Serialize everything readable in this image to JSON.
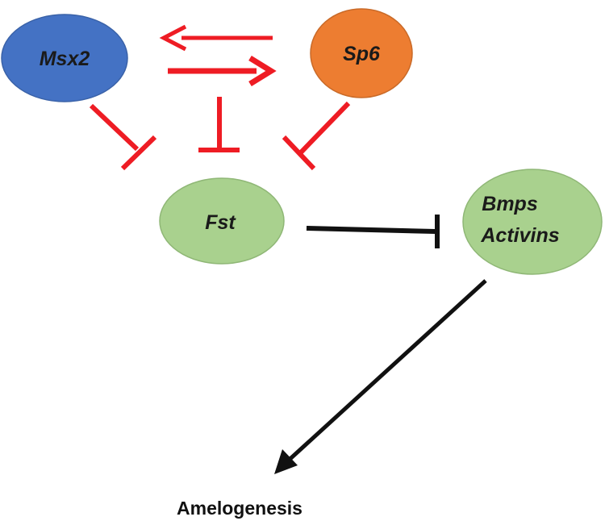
{
  "nodes": {
    "msx2": {
      "label": "Msx2",
      "fill": "#4472c4",
      "stroke": "#3a62a8"
    },
    "sp6": {
      "label": "Sp6",
      "fill": "#ed7d31",
      "stroke": "#c96a28"
    },
    "fst": {
      "label": "Fst",
      "fill": "#a9d18e",
      "stroke": "#8fb776"
    },
    "bmps": {
      "label_line1": "Bmps",
      "label_line2": "Activins",
      "fill": "#a9d18e",
      "stroke": "#8fb776"
    }
  },
  "outcome": {
    "label": "Amelogenesis"
  },
  "edges": [
    {
      "from": "Sp6",
      "to": "Msx2",
      "type": "activation",
      "color": "#ee1c24"
    },
    {
      "from": "Msx2",
      "to": "Sp6",
      "type": "activation",
      "color": "#ee1c24"
    },
    {
      "from": "Msx2",
      "to": "Fst",
      "type": "inhibition",
      "color": "#ee1c24"
    },
    {
      "from": "Msx2-Sp6",
      "to": "Fst",
      "type": "inhibition",
      "color": "#ee1c24"
    },
    {
      "from": "Sp6",
      "to": "Fst",
      "type": "inhibition",
      "color": "#ee1c24"
    },
    {
      "from": "Fst",
      "to": "Bmps/Activins",
      "type": "inhibition",
      "color": "#111111"
    },
    {
      "from": "Bmps/Activins",
      "to": "Amelogenesis",
      "type": "activation",
      "color": "#111111"
    }
  ]
}
